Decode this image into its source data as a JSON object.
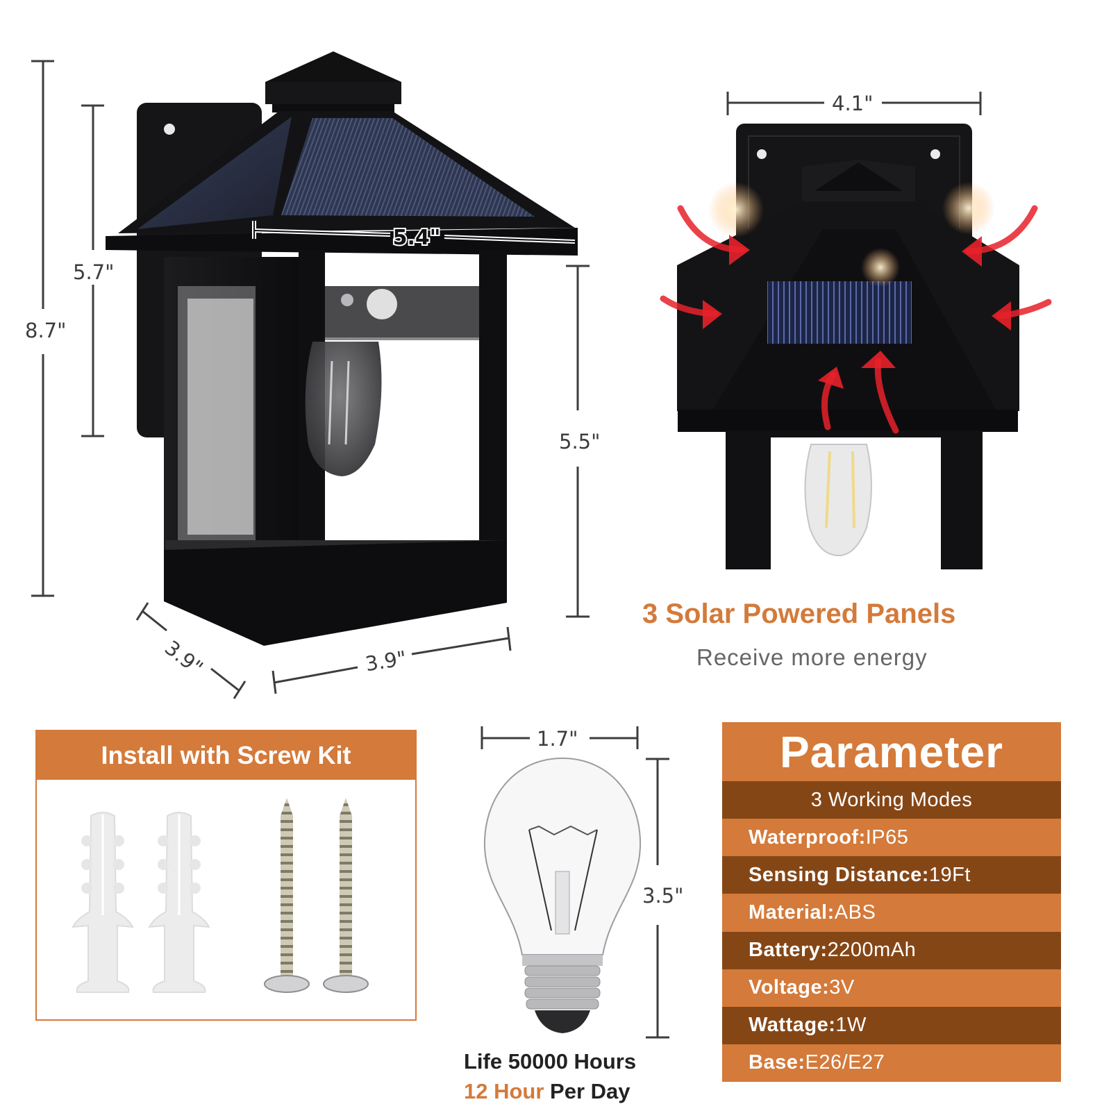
{
  "dimensions": {
    "overall_height": "8.7\"",
    "backplate_height": "5.7\"",
    "roof_width": "5.4\"",
    "body_height": "5.5\"",
    "base_depth": "3.9\"",
    "base_width": "3.9\"",
    "backplate_width": "4.1\"",
    "bulb_width": "1.7\"",
    "bulb_height": "3.5\""
  },
  "solar_feature": {
    "title": "3 Solar Powered Panels",
    "subtitle": "Receive more energy"
  },
  "screw_kit": {
    "title": "Install with Screw Kit",
    "items": [
      {
        "type": "wall-anchor"
      },
      {
        "type": "wall-anchor"
      },
      {
        "type": "screw"
      },
      {
        "type": "screw"
      }
    ]
  },
  "bulb": {
    "life_line": "Life 50000 Hours",
    "hours_accent": "12 Hour",
    "hours_rest": " Per Day"
  },
  "parameters": {
    "title": "Parameter",
    "rows": [
      {
        "label": "3 Working Modes",
        "value": "",
        "centered": true
      },
      {
        "label": "Waterproof:",
        "value": "IP65"
      },
      {
        "label": "Sensing Distance:",
        "value": "19Ft"
      },
      {
        "label": "Material:",
        "value": "ABS"
      },
      {
        "label": "Battery:",
        "value": "2200mAh"
      },
      {
        "label": "Voltage:",
        "value": "3V"
      },
      {
        "label": "Wattage:",
        "value": "1W"
      },
      {
        "label": "Base:",
        "value": "E26/E27"
      }
    ]
  },
  "colors": {
    "accent_orange": "#d47a3a",
    "dark_brown": "#854616",
    "dimension_gray": "#3d3d3d",
    "subtitle_gray": "#666666",
    "arrow_red": "#e8212a"
  }
}
